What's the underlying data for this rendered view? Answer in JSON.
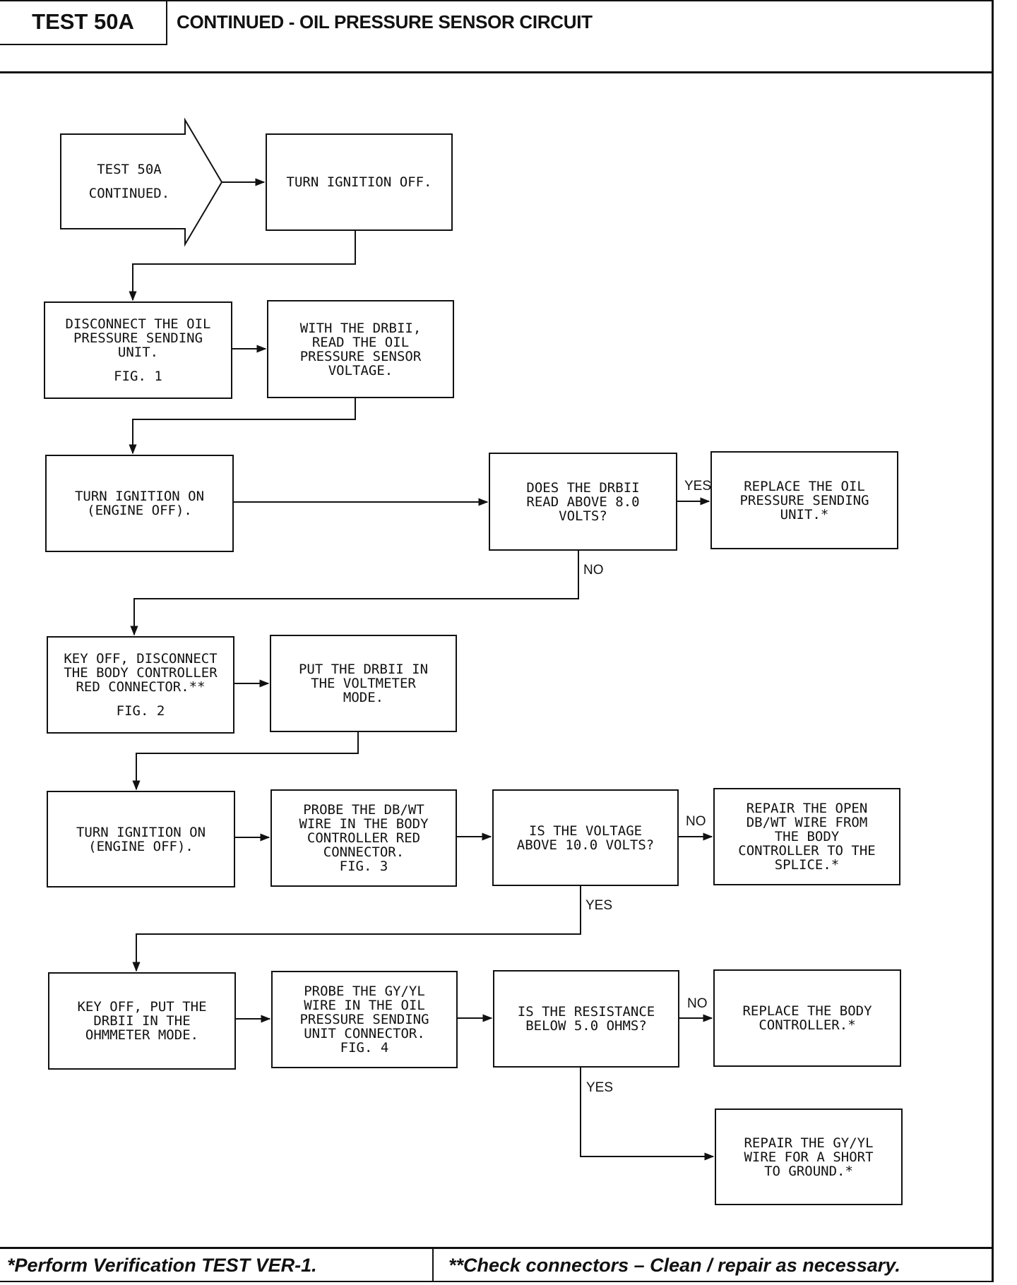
{
  "header": {
    "test_id": "TEST 50A",
    "title": "CONTINUED - OIL PRESSURE SENSOR CIRCUIT"
  },
  "flow": {
    "entry": "TEST 50A\nCONTINUED.",
    "turn_ignition_off": "TURN IGNITION OFF.",
    "disconnect_sending_unit": "DISCONNECT THE OIL\nPRESSURE SENDING\nUNIT.",
    "fig_1": "FIG. 1",
    "read_sensor_voltage": "WITH THE DRBII,\nREAD THE OIL\nPRESSURE SENSOR\nVOLTAGE.",
    "turn_ignition_on_1": "TURN IGNITION ON\n(ENGINE OFF).",
    "decision_above_8": "DOES THE DRBII\nREAD ABOVE 8.0\nVOLTS?",
    "replace_sending_unit": "REPLACE THE OIL\nPRESSURE SENDING\nUNIT.*",
    "key_off_disconnect_bc": "KEY OFF, DISCONNECT\nTHE BODY CONTROLLER\nRED CONNECTOR.**",
    "fig_2": "FIG. 2",
    "voltmeter_mode": "PUT THE DRBII IN\nTHE VOLTMETER\nMODE.",
    "turn_ignition_on_2": "TURN IGNITION ON\n(ENGINE OFF).",
    "probe_db_wt": "PROBE THE DB/WT\nWIRE IN THE BODY\nCONTROLLER RED\nCONNECTOR.\nFIG. 3",
    "decision_above_10": "IS THE VOLTAGE\nABOVE 10.0 VOLTS?",
    "repair_db_wt": "REPAIR THE OPEN\nDB/WT WIRE FROM\nTHE BODY\nCONTROLLER TO THE\nSPLICE.*",
    "ohmmeter_mode": "KEY OFF, PUT THE\nDRBII IN THE\nOHMMETER MODE.",
    "probe_gy_yl": "PROBE THE GY/YL\nWIRE IN THE OIL\nPRESSURE SENDING\nUNIT CONNECTOR.\nFIG. 4",
    "decision_below_5": "IS THE RESISTANCE\nBELOW 5.0 OHMS?",
    "replace_body_controller": "REPLACE THE BODY\nCONTROLLER.*",
    "repair_gy_yl": "REPAIR THE GY/YL\nWIRE FOR A SHORT\nTO GROUND.*"
  },
  "labels": {
    "yes_1": "YES",
    "no_1": "NO",
    "no_2": "NO",
    "yes_2": "YES",
    "no_3": "NO",
    "yes_3": "YES"
  },
  "footer": {
    "left_note": "*Perform Verification TEST VER-1.",
    "right_note": "**Check connectors – Clean / repair as necessary."
  }
}
